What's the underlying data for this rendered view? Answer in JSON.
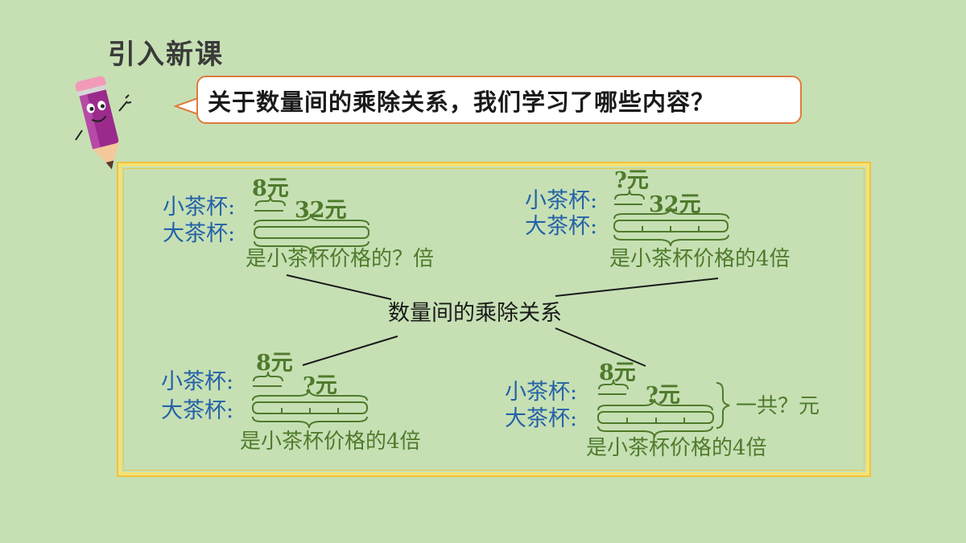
{
  "header": {
    "title": "引入新课",
    "question": "关于数量间的乘除关系，我们学习了哪些内容？"
  },
  "diagram": {
    "center": "数量间的乘除关系",
    "q1": {
      "small_label": "小茶杯:",
      "big_label": "大茶杯:",
      "small_value": "8元",
      "big_value": "32元",
      "caption": "是小茶杯价格的？倍"
    },
    "q2": {
      "small_label": "小茶杯:",
      "big_label": "大茶杯:",
      "small_value": "?元",
      "big_value": "32元",
      "caption": "是小茶杯价格的4倍"
    },
    "q3": {
      "small_label": "小茶杯:",
      "big_label": "大茶杯:",
      "small_value": "8元",
      "big_value": "?元",
      "caption": "是小茶杯价格的4倍"
    },
    "q4": {
      "small_label": "小茶杯:",
      "big_label": "大茶杯:",
      "small_value": "8元",
      "big_value": "?元",
      "total": "一共？元",
      "caption": "是小茶杯价格的4倍"
    }
  },
  "colors": {
    "background": "#c6e0b4",
    "frame": "#f5e276",
    "label_blue": "#2461a8",
    "value_green": "#4f7a2c",
    "bubble_border": "#e07a3c"
  }
}
